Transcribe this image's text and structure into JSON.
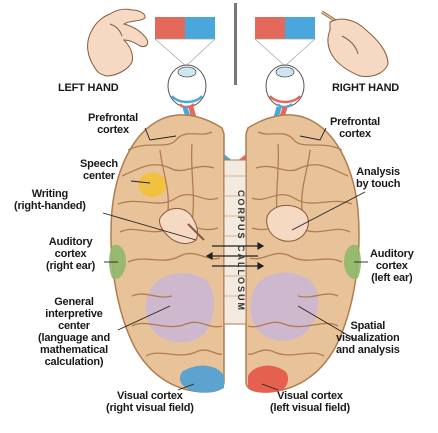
{
  "labels": {
    "left_hand": "LEFT HAND",
    "right_hand": "RIGHT HAND",
    "prefrontal_left": "Prefrontal\ncortex",
    "prefrontal_right": "Prefrontal\ncortex",
    "speech_center": "Speech\ncenter",
    "writing": "Writing\n(right-handed)",
    "analysis_by_touch": "Analysis\nby touch",
    "auditory_left": "Auditory\ncortex\n(right ear)",
    "auditory_right": "Auditory\ncortex\n(left ear)",
    "general_interpretive": "General\ninterpretive\ncenter\n(language and\nmathematical\ncalculation)",
    "spatial": "Spatial\nvisualization\nand analysis",
    "visual_left": "Visual cortex\n(right visual field)",
    "visual_right": "Visual cortex\n(left visual field)",
    "corpus_callosum": "CORPUS CALLOSUM"
  },
  "colors": {
    "brain": "#e8c39a",
    "brain_shadow": "#c99a6a",
    "gyri_line": "#b07d4f",
    "blue": "#4aa7dc",
    "red": "#e36a5a",
    "speech_highlight": "#f2c230",
    "auditory_green": "#8fb96a",
    "general_purple": "#c9b6d6",
    "visual_blue": "#5da3cf",
    "visual_red": "#e5604e"
  }
}
